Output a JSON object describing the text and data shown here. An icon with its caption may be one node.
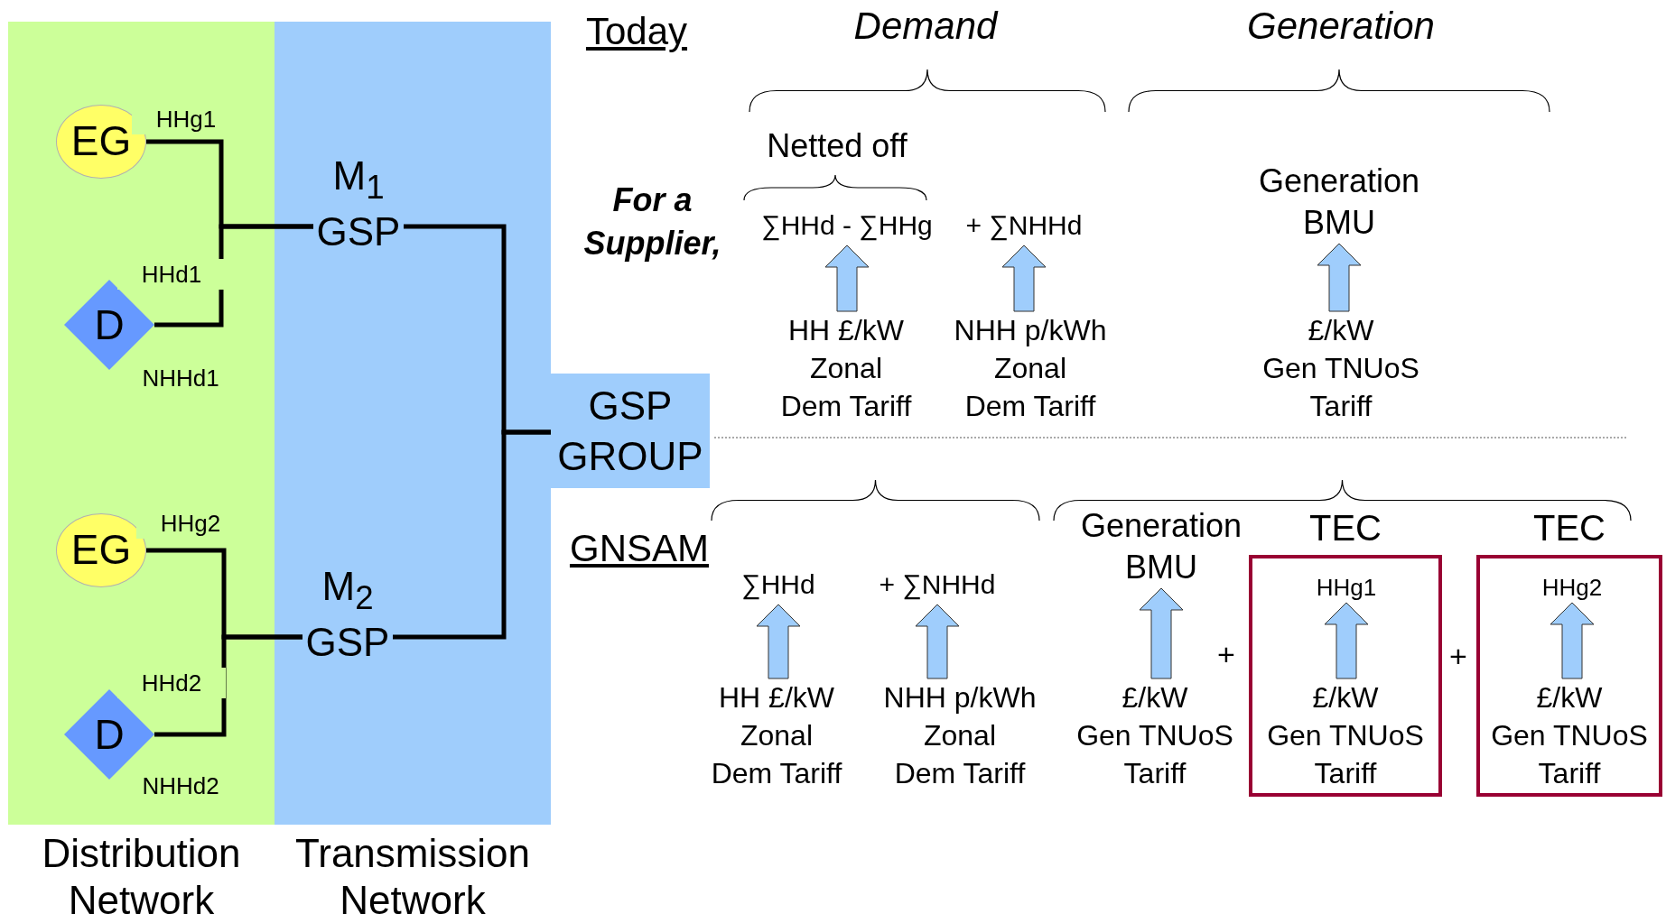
{
  "diagram": {
    "nodes": [
      {
        "text": [
          "Distribution Network"
        ]
      },
      {
        "text": [
          "Transmission Network"
        ]
      },
      {
        "text": [
          "EG"
        ],
        "in": 0
      },
      {
        "text": [
          "D"
        ],
        "in": 0,
        "beside": [
          "NHHd1"
        ]
      },
      {
        "text": [
          "EG"
        ],
        "in": 0
      },
      {
        "text": [
          "D"
        ],
        "in": 0,
        "beside": [
          "NHHd2"
        ]
      },
      {
        "text": [
          "M$_{1}$ GSP"
        ],
        "in": 1
      },
      {
        "text": [
          "M$_{2}$ GSP"
        ],
        "in": 1
      },
      {
        "text": [
          "GSP GROUP"
        ]
      },
      {
        "text": [
          "∑HHd - ∑HHg"
        ]
      },
      {
        "text": [
          "+ ∑NHHd"
        ]
      },
      {
        "text": [
          "Generation BMU"
        ]
      },
      {
        "text": [
          "HH £/kW Zonal Dem Tariff"
        ]
      },
      {
        "text": [
          "NHH p/kWh Zonal Dem Tariff"
        ]
      },
      {
        "text": [
          "£/kW Gen TNUoS Tariff"
        ]
      },
      {
        "text": [
          "∑HHd"
        ]
      },
      {
        "text": [
          "+ ∑NHHd"
        ]
      },
      {
        "text": [
          "Generation BMU"
        ]
      },
      {
        "text": [
          "TEC"
        ]
      },
      {
        "text": [
          "HHg1"
        ],
        "in": 18
      },
      {
        "text": [
          "TEC"
        ]
      },
      {
        "text": [
          "HHg2"
        ],
        "in": 20
      },
      {
        "text": [
          "HH £/kW Zonal Dem Tariff"
        ]
      },
      {
        "text": [
          "NHH p/kWh Zonal Dem Tariff"
        ]
      },
      {
        "text": [
          "£/kW Gen TNUoS Tariff"
        ]
      },
      {
        "text": [
          "£/kW Gen TNUoS Tariff"
        ],
        "in": 18
      },
      {
        "text": [
          "£/kW Gen TNUoS Tariff"
        ],
        "in": 20
      }
    ],
    "edges": [
      {
        "from": 2,
        "to": 6,
        "arrow": "none",
        "label": "HHg1"
      },
      {
        "from": 3,
        "to": 6,
        "arrow": "none",
        "label": "HHd1"
      },
      {
        "from": 4,
        "to": 7,
        "arrow": "none",
        "label": "HHg2"
      },
      {
        "from": 5,
        "to": 7,
        "arrow": "none",
        "label": "HHd2"
      },
      {
        "from": 6,
        "to": 8,
        "arrow": "none"
      },
      {
        "from": 7,
        "to": 8,
        "arrow": "none"
      },
      {
        "from": 12,
        "to": 9,
        "arrow": "to"
      },
      {
        "from": 13,
        "to": 10,
        "arrow": "to"
      },
      {
        "from": 14,
        "to": 11,
        "arrow": "to"
      },
      {
        "from": 22,
        "to": 15,
        "arrow": "to"
      },
      {
        "from": 23,
        "to": 16,
        "arrow": "to"
      },
      {
        "from": 24,
        "to": 17,
        "arrow": "to"
      },
      {
        "from": 25,
        "to": 19,
        "arrow": "to"
      },
      {
        "from": 26,
        "to": 21,
        "arrow": "to"
      }
    ],
    "labels": [
      "Today",
      "Demand",
      "Generation",
      "Netted off",
      "For a Supplier,",
      "GNSAM",
      "+",
      "+"
    ]
  }
}
